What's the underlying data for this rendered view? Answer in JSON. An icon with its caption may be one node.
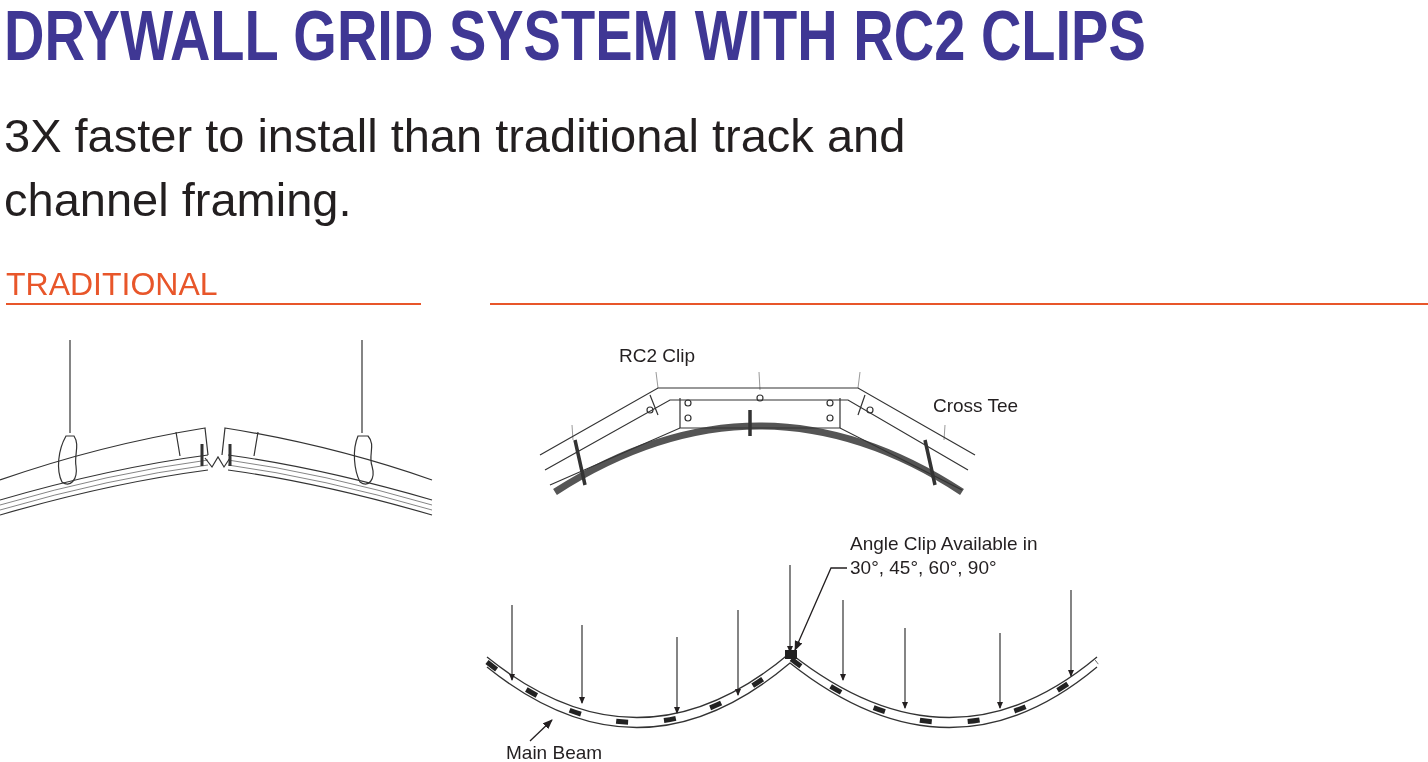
{
  "diagram": {
    "title": "DRYWALL GRID SYSTEM WITH RC2 CLIPS",
    "nodes": [
      {
        "text": [
          "Angle Clip Available in 30°, 45°, 60°, 90°"
        ]
      },
      {
        "text": [],
        "shape": "box"
      },
      {
        "text": [
          "Main Beam"
        ]
      }
    ],
    "edges": [
      {
        "from": 0,
        "to": 1,
        "arrow": "to"
      },
      {
        "from": 2,
        "to": null,
        "arrow": "to"
      }
    ],
    "labels": [
      "3X faster to install than traditional track and channel framing.",
      "TRADITIONAL",
      "RC2 Clip",
      "Cross Tee"
    ]
  }
}
